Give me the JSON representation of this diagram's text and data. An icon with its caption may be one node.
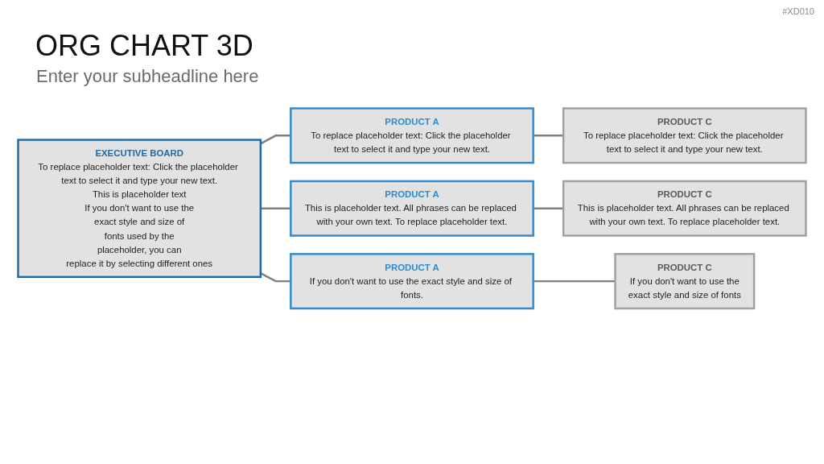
{
  "diagram": {
    "title": "ORG CHART 3D",
    "nodes": [
      {
        "text": [
          "EXECUTIVE BOARD",
          "To replace placeholder text: Click the placeholder text to select it and type your new text.",
          "This is placeholder text",
          "If you don't want to use the",
          "exact style and size of",
          "fonts used by the",
          "placeholder, you can",
          "replace it by selecting different ones"
        ]
      },
      {
        "text": [
          "PRODUCT A",
          "To replace placeholder text: Click the placeholder text to select it and type your new text."
        ]
      },
      {
        "text": [
          "PRODUCT A",
          "This is placeholder text. All phrases can be replaced with your own text. To replace placeholder text."
        ]
      },
      {
        "text": [
          "PRODUCT A",
          "If you don't want to use the exact style and size of fonts."
        ]
      },
      {
        "text": [
          "PRODUCT C",
          "To replace placeholder text: Click the placeholder text to select it and type your new text."
        ]
      },
      {
        "text": [
          "PRODUCT C",
          "This is placeholder text. All phrases can be replaced with your own text. To replace placeholder text."
        ]
      },
      {
        "text": [
          "PRODUCT C",
          "If you don't want to use the",
          "exact style and size of fonts"
        ]
      }
    ],
    "edges": [
      {
        "from": 0,
        "to": 1,
        "arrow": "none"
      },
      {
        "from": 0,
        "to": 2,
        "arrow": "none"
      },
      {
        "from": 0,
        "to": 3,
        "arrow": "none"
      },
      {
        "from": 1,
        "to": 4,
        "arrow": "none"
      },
      {
        "from": 2,
        "to": 5,
        "arrow": "none"
      },
      {
        "from": 3,
        "to": 6,
        "arrow": "none"
      }
    ],
    "labels": [
      "#XD010",
      "Enter your subheadline here"
    ]
  }
}
